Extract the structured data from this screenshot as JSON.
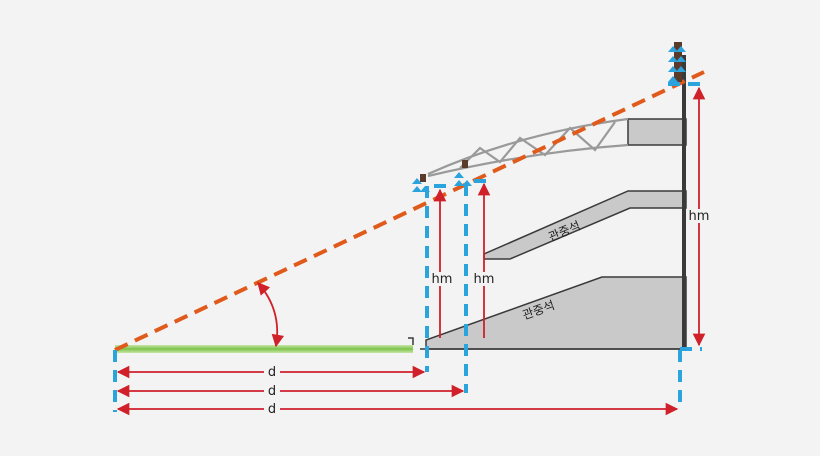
{
  "labels": {
    "height": "hm",
    "distance": "d",
    "seating": "관중석"
  },
  "colors": {
    "background": "#f3f3f3",
    "structure": "#c9c9c9",
    "outline": "#3a3a3a",
    "sightline": "#e05a1b",
    "dimension": "#d0202a",
    "marker": "#2ba3dc",
    "field": "#7fc34a",
    "truss": "#9a9a9a"
  }
}
